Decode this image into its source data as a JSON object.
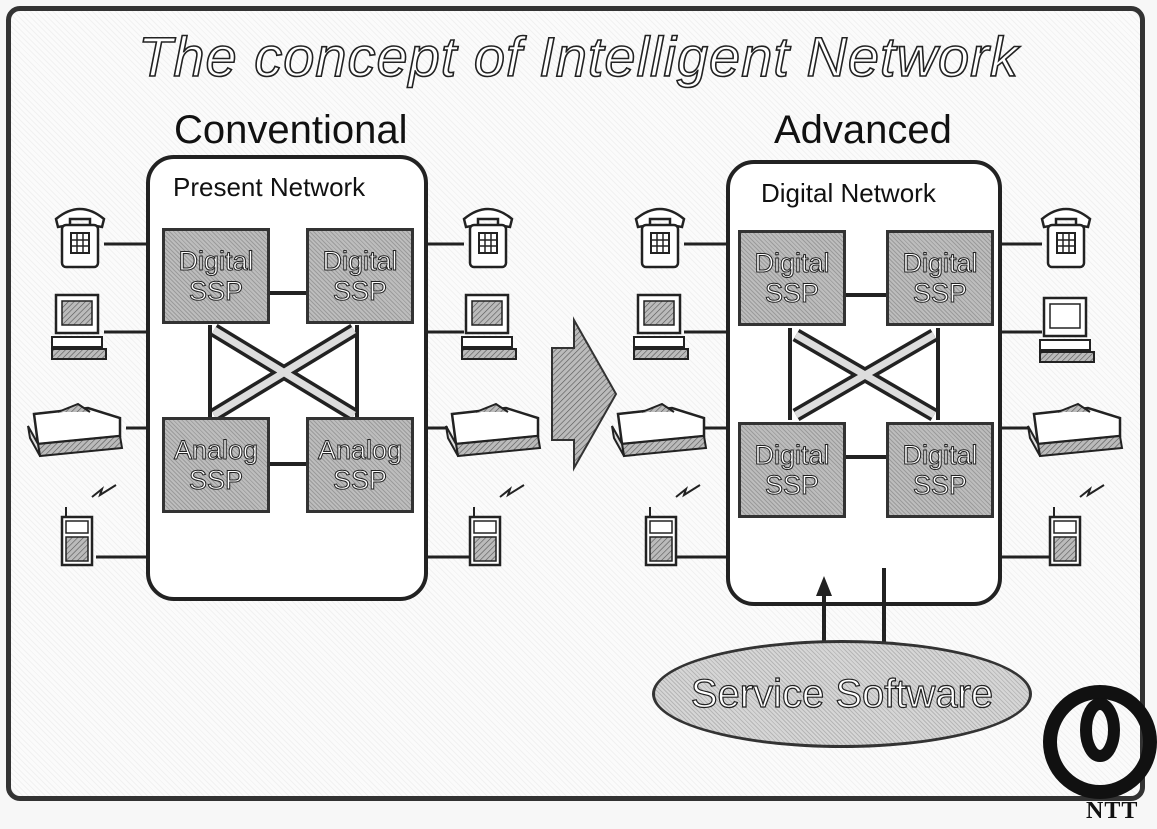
{
  "title": "The concept of Intelligent Network",
  "conventional": {
    "heading": "Conventional",
    "network_label": "Present Network",
    "nodes": [
      {
        "line1": "Digital",
        "line2": "SSP"
      },
      {
        "line1": "Digital",
        "line2": "SSP"
      },
      {
        "line1": "Analog",
        "line2": "SSP"
      },
      {
        "line1": "Analog",
        "line2": "SSP"
      }
    ]
  },
  "advanced": {
    "heading": "Advanced",
    "network_label": "Digital Network",
    "nodes": [
      {
        "line1": "Digital",
        "line2": "SSP"
      },
      {
        "line1": "Digital",
        "line2": "SSP"
      },
      {
        "line1": "Digital",
        "line2": "SSP"
      },
      {
        "line1": "Digital",
        "line2": "SSP"
      }
    ]
  },
  "service_software": "Service Software",
  "logo_text": "NTT",
  "terminal_icons": [
    "telephone-icon",
    "computer-icon",
    "fax-icon",
    "mobile-phone-icon"
  ]
}
